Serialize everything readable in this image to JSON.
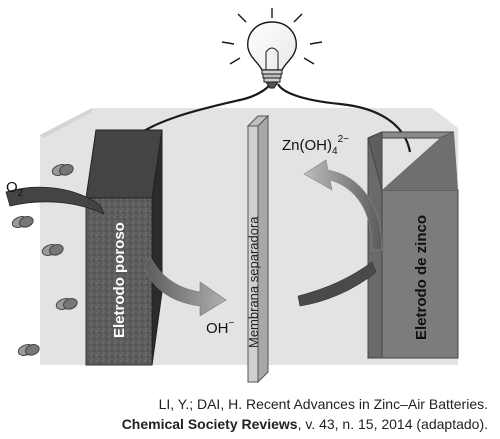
{
  "labels": {
    "o2": "O",
    "o2_sub": "2",
    "oh": "OH",
    "oh_sup": "−",
    "zn": "Zn(OH)",
    "zn_sub": "4",
    "zn_sup": "2−",
    "porous_electrode": "Eletrodo poroso",
    "separator": "Membrana separadora",
    "zinc_electrode": "Eletrodo de zinco"
  },
  "caption": {
    "line1": "LI, Y.; DAI, H. Recent Advances in Zinc–Air Batteries.",
    "journal": "Chemical Society Reviews",
    "rest": ", v. 43, n. 15, 2014 (adaptado)."
  }
}
